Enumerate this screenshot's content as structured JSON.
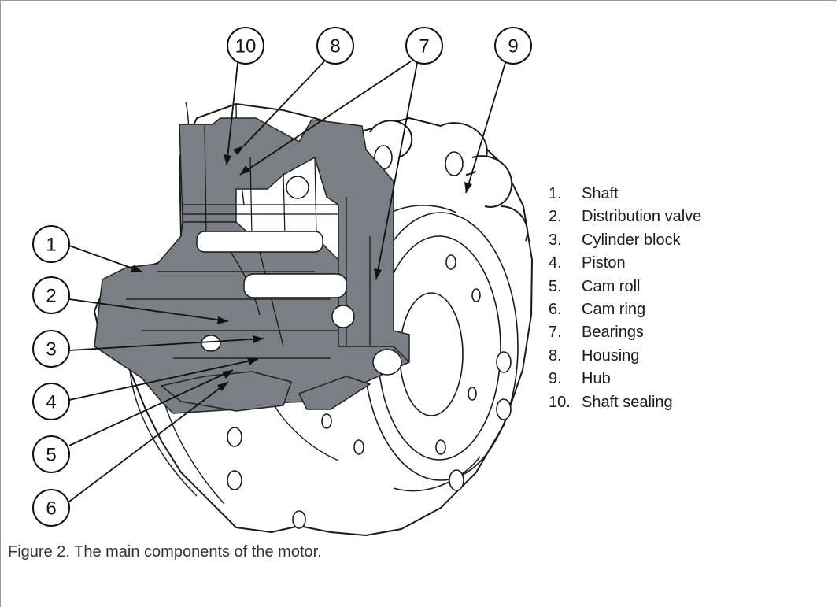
{
  "figure": {
    "caption": "Figure 2. The main components of the motor.",
    "callouts": [
      "1",
      "2",
      "3",
      "4",
      "5",
      "6",
      "7",
      "8",
      "9",
      "10"
    ],
    "legend": [
      {
        "num": "1.",
        "label": "Shaft"
      },
      {
        "num": "2.",
        "label": "Distribution valve"
      },
      {
        "num": "3.",
        "label": "Cylinder block"
      },
      {
        "num": "4.",
        "label": "Piston"
      },
      {
        "num": "5.",
        "label": "Cam roll"
      },
      {
        "num": "6.",
        "label": "Cam ring"
      },
      {
        "num": "7.",
        "label": "Bearings"
      },
      {
        "num": "8.",
        "label": "Housing"
      },
      {
        "num": "9.",
        "label": "Hub"
      },
      {
        "num": "10.",
        "label": "Shaft sealing"
      }
    ]
  }
}
